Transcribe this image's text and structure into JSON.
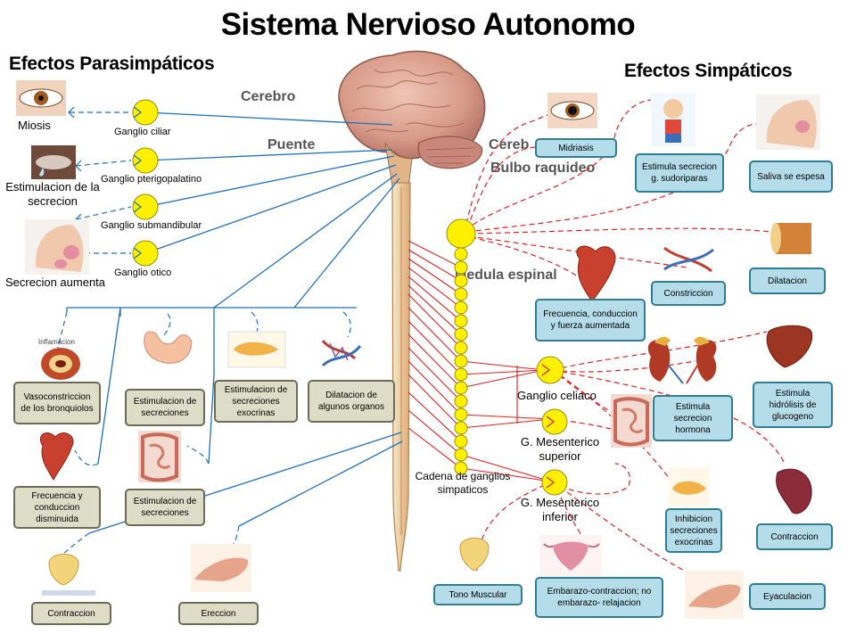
{
  "title": "Sistema Nervioso Autonomo",
  "parasympathetic": {
    "heading": "Efectos Parasimpáticos",
    "organ_labels": {
      "eye": "Miosis",
      "tear": "Estimulacion de la secrecion",
      "saliva": "Secrecion aumenta"
    },
    "ganglia": [
      "Ganglio ciliar",
      "Ganglio pterigopalatino",
      "Ganglio submandibular",
      "Ganglio otico"
    ],
    "boxes": {
      "bronchi": "Vasoconstriccion de los bronquiolos",
      "stomach": "Estimulacion de secreciones",
      "pancreas": "Estimulacion de secreciones exocrinas",
      "vessels": "Dilatacion de algunos organos",
      "heart": "Frecuencia y conduccion disminuida",
      "intestine": "Estimulacion de secreciones",
      "bladder": "Contraccion",
      "penis": "Ereccion"
    },
    "image_captions": {
      "inflammation": "Inflamacion"
    }
  },
  "sympathetic": {
    "heading": "Efectos Simpáticos",
    "ganglia": [
      "Ganglio celiaco",
      "G. Mesenterico superior",
      "G. Mesenterico inferior"
    ],
    "chain_label": "Cadena de ganglios simpaticos",
    "boxes": {
      "eye": "Midriasis",
      "sweat": "Estimula secrecion g. sudoriparas",
      "saliva": "Saliva se espesa",
      "bronchi": "Dilatacion",
      "vessels": "Constriccion",
      "heart": "Frecuencia, conduccion y fuerza aumentada",
      "liver": "Estimula hidrólisis de glucogeno",
      "adrenal": "Estimula secrecion hormona",
      "pancreas": "Inhibicion secreciones exocrinas",
      "spleen": "Contraccion",
      "bladder": "Tono Muscular",
      "uterus": "Embarazo-contraccion; no embarazo- relajacion",
      "penis": "Eyaculacion"
    }
  },
  "brain_labels": {
    "cerebro": "Cerebro",
    "puente": "Puente",
    "cereb": "Cereb",
    "bulbo": "Bulbo raquideo",
    "medula": "Medula espinal"
  },
  "colors": {
    "parasympathetic": "#1f6fbf",
    "sympathetic": "#e0201e",
    "ganglion": "#ffef00",
    "para_box": "#dddcc6",
    "simp_box": "#b4dce9"
  }
}
